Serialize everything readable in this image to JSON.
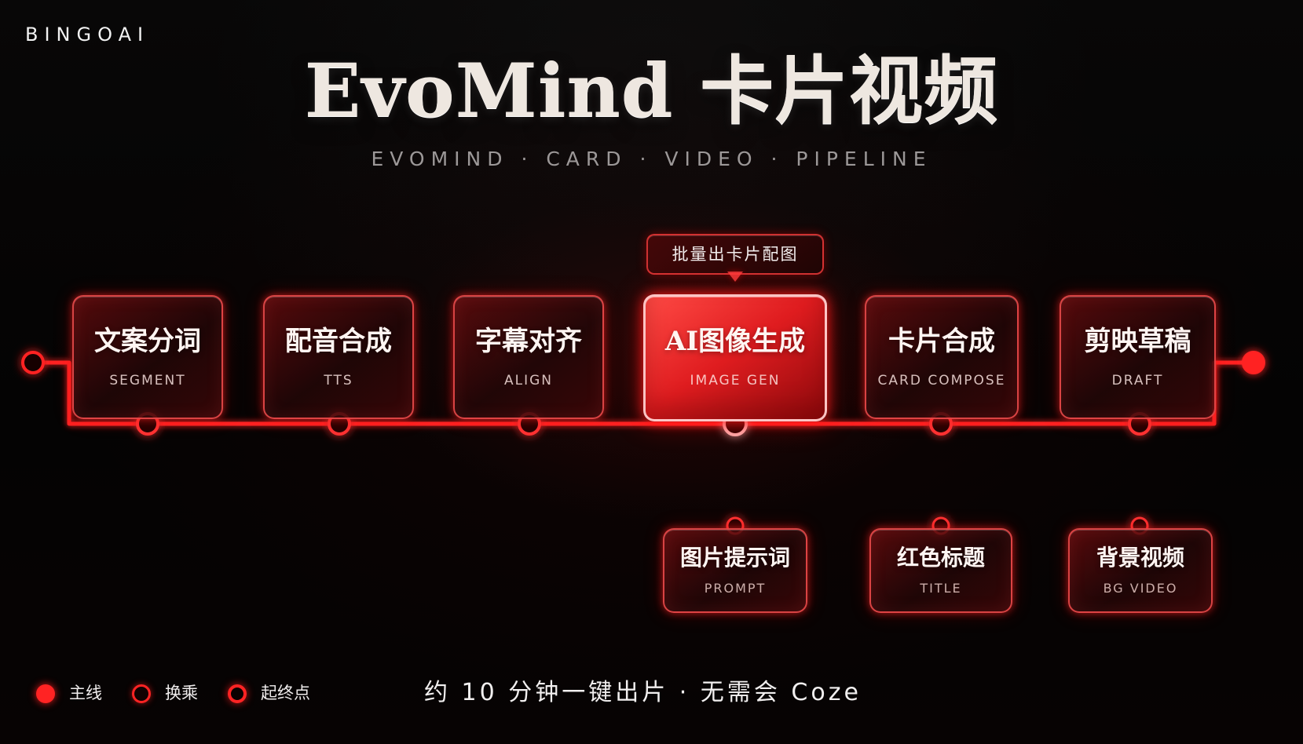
{
  "brand": {
    "name": "BINGOAI"
  },
  "header": {
    "title": "EvoMind 卡片视频",
    "subtitle": "EVOMIND · CARD · VIDEO · PIPELINE"
  },
  "pipeline": {
    "callout": "批量出卡片配图",
    "nodes": [
      {
        "title": "文案分词",
        "subtitle": "SEGMENT"
      },
      {
        "title": "配音合成",
        "subtitle": "TTS"
      },
      {
        "title": "字幕对齐",
        "subtitle": "ALIGN"
      },
      {
        "title": "AI图像生成",
        "subtitle": "IMAGE GEN"
      },
      {
        "title": "卡片合成",
        "subtitle": "CARD COMPOSE"
      },
      {
        "title": "剪映草稿",
        "subtitle": "DRAFT"
      }
    ],
    "subnodes": [
      {
        "title": "图片提示词",
        "subtitle": "PROMPT"
      },
      {
        "title": "红色标题",
        "subtitle": "TITLE"
      },
      {
        "title": "背景视频",
        "subtitle": "BG VIDEO"
      }
    ]
  },
  "legend": {
    "main": "主线",
    "transfer": "换乘",
    "terminal": "起终点"
  },
  "footer": {
    "text": "约 10 分钟一键出片 · 无需会 Coze"
  },
  "colors": {
    "accent": "#ff2323",
    "featured_node": "#e0201f",
    "background": "#050303",
    "text": "#f0eded"
  }
}
